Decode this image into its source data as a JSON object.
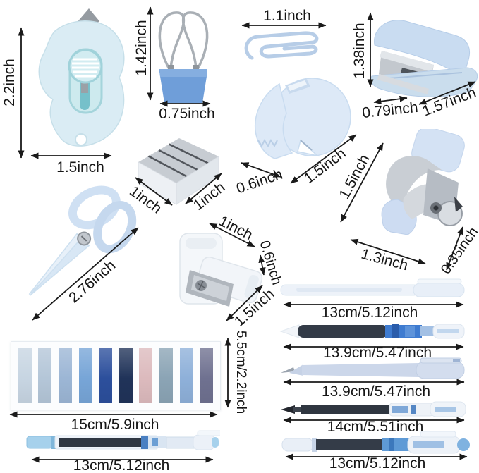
{
  "palette": {
    "item_blue_light": "#d9ecf4",
    "item_blue_mid": "#c9dcf1",
    "binder_blue": "#6f9ed9",
    "metal_silver": "#c3c8ce",
    "arrow_black": "#1a1a1a",
    "pen_ink_dark": "#333b47",
    "pen_blue": "#3e7bd0"
  },
  "items": {
    "utility_knife": {
      "height": "2.2inch",
      "width": "1.5inch"
    },
    "binder_clip": {
      "height": "1.42inch",
      "width": "0.75inch"
    },
    "paper_clip": {
      "width": "1.1inch"
    },
    "stapler": {
      "height": "1.38inch",
      "depth": "0.79inch",
      "width": "1.57inch"
    },
    "tape_dispenser": {
      "depth": "0.6inch",
      "width": "1.5inch"
    },
    "staples": {
      "depth": "1inch",
      "width": "1inch"
    },
    "staple_remover": {
      "height": "1.5inch",
      "width": "1.3inch",
      "depth": "0.35inch"
    },
    "scissors": {
      "length": "2.76inch"
    },
    "sharpener": {
      "width": "1inch",
      "height": "0.6inch",
      "depth": "1.5inch"
    },
    "sticky_tabs": {
      "width": "15cm/5.9inch",
      "height": "5.5cm/2.2inch",
      "colors": [
        "#c7d5e2",
        "#b4c6d8",
        "#9cb6d5",
        "#77a5d7",
        "#2c4f9c",
        "#203359",
        "#dcbabd",
        "#8ba4b5",
        "#8eb0d9",
        "#6f7190"
      ]
    },
    "pen_bottom_left": {
      "length": "13cm/5.12inch"
    },
    "pens_right": [
      {
        "length": "13cm/5.12inch"
      },
      {
        "length": "13.9cm/5.47inch"
      },
      {
        "length": "13.9cm/5.47inch"
      },
      {
        "length": "14cm/5.51inch"
      },
      {
        "length": "13cm/5.12inch"
      }
    ]
  }
}
